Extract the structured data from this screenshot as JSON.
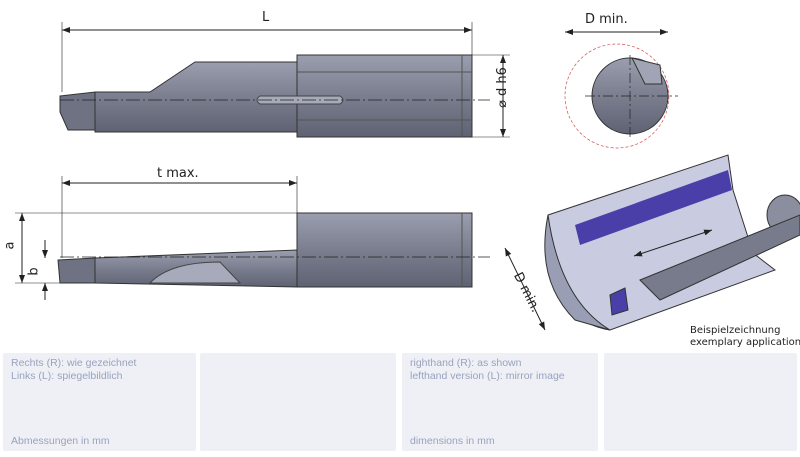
{
  "dimensions": {
    "length": "L",
    "shank_diameter": "⌀ d h6",
    "min_bore_top": "D min.",
    "max_depth": "t max.",
    "dim_a": "a",
    "dim_b": "b",
    "min_bore_app": "D min."
  },
  "application_caption": {
    "de": "Beispielzeichnung",
    "en": "exemplary application"
  },
  "panels": [
    {
      "lines": [
        "Rechts (R): wie gezeichnet",
        "Links (L): spiegelbildlich"
      ],
      "footer": "Abmessungen in mm"
    },
    {
      "lines": [],
      "footer": ""
    },
    {
      "lines": [
        "righthand (R): as shown",
        "lefthand version (L): mirror image"
      ],
      "footer": "dimensions in mm"
    },
    {
      "lines": [],
      "footer": ""
    }
  ],
  "colors": {
    "tool": "#7b7f90",
    "accent": "#4a3fa8",
    "section": "#c9cce0",
    "panel": "#eef0f5"
  }
}
